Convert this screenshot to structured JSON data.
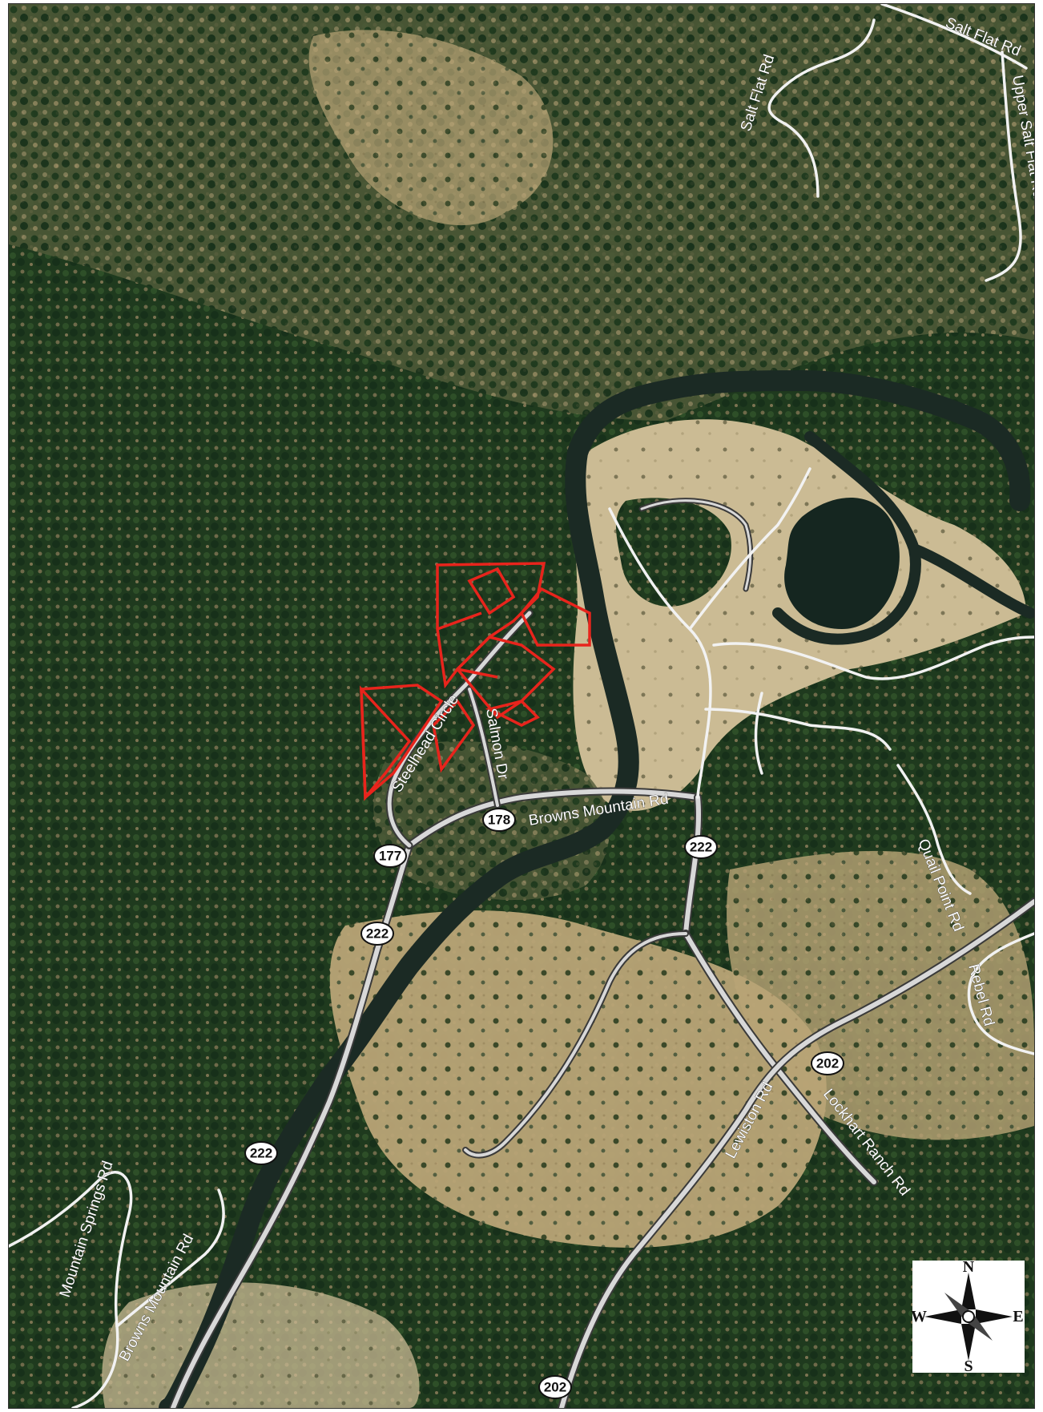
{
  "map": {
    "type": "aerial-parcel-map",
    "colors": {
      "vegetation_dark": "#1f3a1e",
      "vegetation_mid": "#2c4a26",
      "dry_grass": "#b9a476",
      "pasture": "#cbbb94",
      "river": "#1b2a24",
      "parcel_outline": "#e8241c",
      "road_fill": "#d8d8d8",
      "road_casing": "#3a3a3a"
    },
    "road_labels": {
      "salt_flat_rd_top": "Salt Flat Rd",
      "salt_flat_rd": "Salt Flat Rd",
      "upper_salt_flat_rd": "Upper Salt Flat Rd",
      "steelhead_circle": "Steelhead Circle",
      "salmon_dr": "Salmon Dr",
      "browns_mountain_rd": "Browns Mountain Rd",
      "browns_mountain_rd_sw": "Browns Mountain Rd",
      "quail_point_rd": "Quail Point Rd",
      "rebel_rd": "Rebel Rd",
      "lewiston_rd": "Lewiston Rd",
      "lockhart_ranch_rd": "Lockhart Ranch Rd",
      "mountain_springs_rd": "Mountain Springs Rd"
    },
    "route_shields": {
      "r178": "178",
      "r177": "177",
      "r222_a": "222",
      "r222_b": "222",
      "r222_c": "222",
      "r202_a": "202",
      "r202_b": "202"
    },
    "compass": {
      "north": "N",
      "south": "S",
      "east": "E",
      "west": "W"
    }
  }
}
